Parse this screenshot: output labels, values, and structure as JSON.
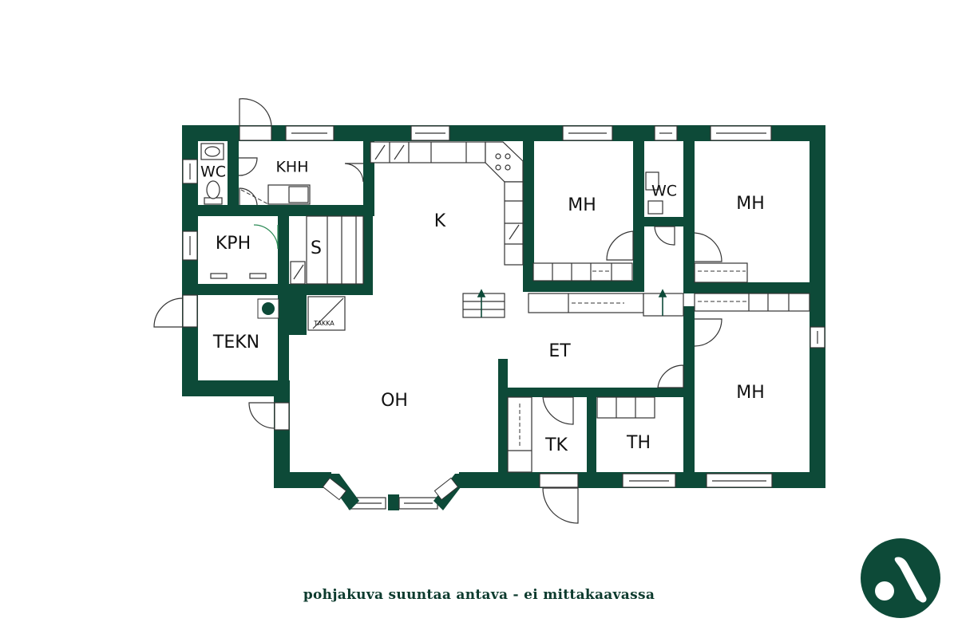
{
  "colors": {
    "wall": "#0d4a38",
    "fixture": "#333333",
    "background": "#ffffff"
  },
  "rooms": {
    "wc1": "WC",
    "khh": "KHH",
    "k": "K",
    "mh1": "MH",
    "wc2": "WC",
    "mh2": "MH",
    "kph": "KPH",
    "s": "S",
    "tekn": "TEKN",
    "takka": "TAKKA",
    "et": "ET",
    "oh": "OH",
    "mh3": "MH",
    "tk": "TK",
    "th": "TH"
  },
  "caption": "pohjakuva suuntaa antava - ei mittakaavassa",
  "logo": {
    "icon": "company-logo-icon"
  }
}
